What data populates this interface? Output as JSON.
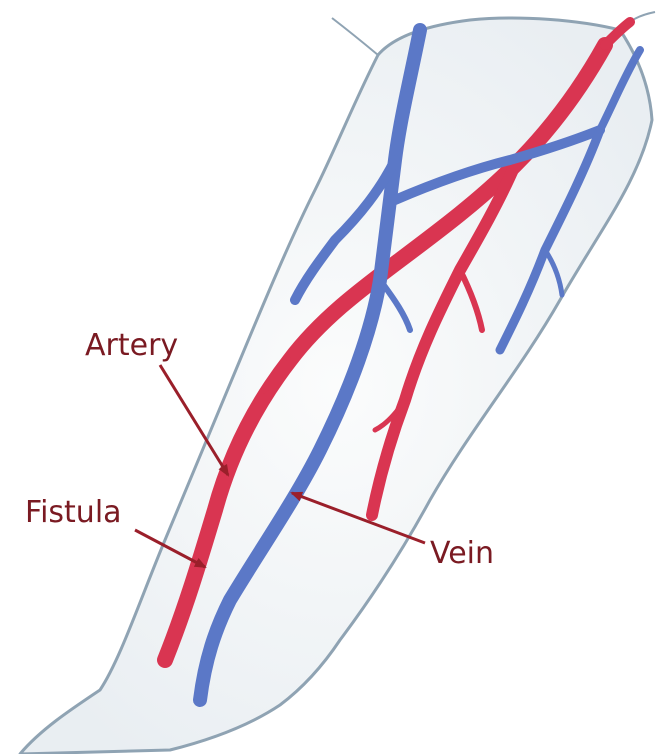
{
  "labels": {
    "artery": "Artery",
    "fistula": "Fistula",
    "vein": "Vein"
  },
  "colors": {
    "background": "#ffffff",
    "skin_fill": "#f5f7f7",
    "skin_outline": "#8fa3b3",
    "artery": "#d93551",
    "vein": "#5b78c7",
    "label_text": "#7a1a22",
    "arrow": "#9a1f2a"
  }
}
